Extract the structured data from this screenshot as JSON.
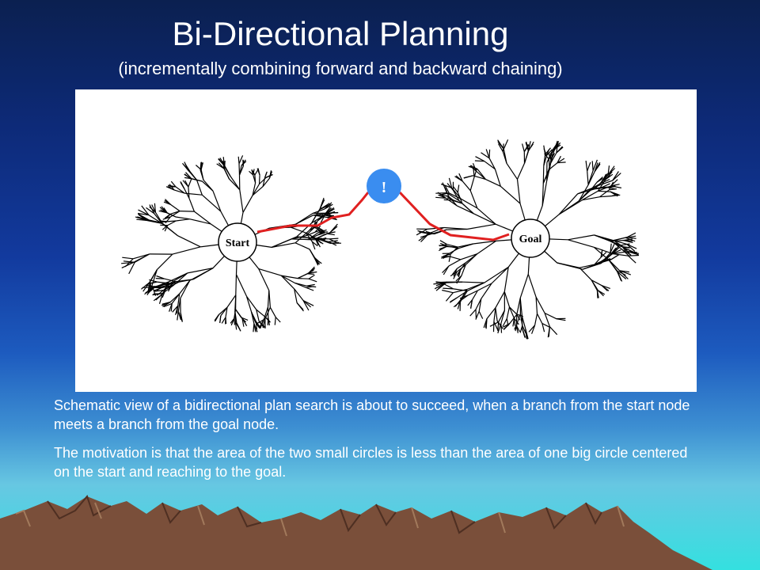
{
  "title": "Bi-Directional Planning",
  "subtitle": "(incrementally combining forward and backward chaining)",
  "diagram": {
    "start_label": "Start",
    "goal_label": "Goal",
    "meet_label": "!",
    "path_color": "#e02020",
    "meet_color": "#3a8df0"
  },
  "caption": {
    "line1": "Schematic view of a bidirectional plan search is about to succeed, when a branch from the start node meets a branch from the goal node.",
    "line2": "The motivation is that the area of the two small circles is less than the area of one big circle centered on the start and reaching to the goal."
  },
  "colors": {
    "sky_top": "#0b2050",
    "sky_mid": "#1d5bbf",
    "horizon": "#34e0e0",
    "mountain": "#7a4f3a"
  }
}
